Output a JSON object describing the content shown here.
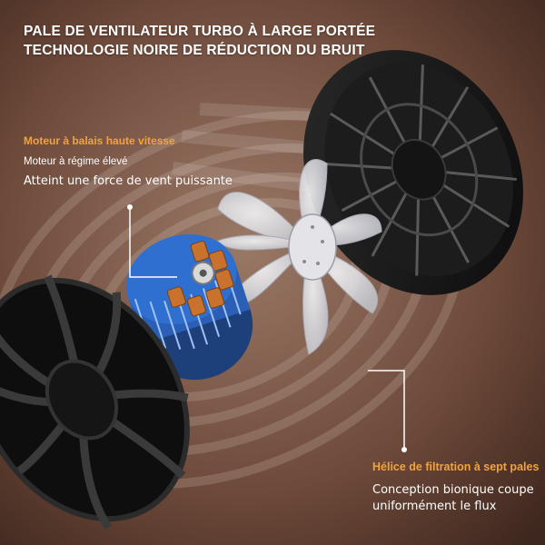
{
  "headline": {
    "line1": "PALE DE VENTILATEUR TURBO À LARGE PORTÉE",
    "line2": "TECHNOLOGIE NOIRE DE RÉDUCTION DU BRUIT"
  },
  "motor": {
    "title": "Moteur à balais haute vitesse",
    "subtitle": "Moteur à régime élevé",
    "description": "Atteint une force de vent puissante"
  },
  "propeller": {
    "title": "Hélice de filtration à sept pales",
    "description_line1": "Conception bionique coupe",
    "description_line2": "uniformément le flux"
  },
  "colors": {
    "background": "#7a5342",
    "accent": "#f3a33a",
    "text": "#ffffff",
    "fan_body": "#151515",
    "motor_copper": "#c8722e",
    "motor_coil": "#2f6fd0"
  }
}
